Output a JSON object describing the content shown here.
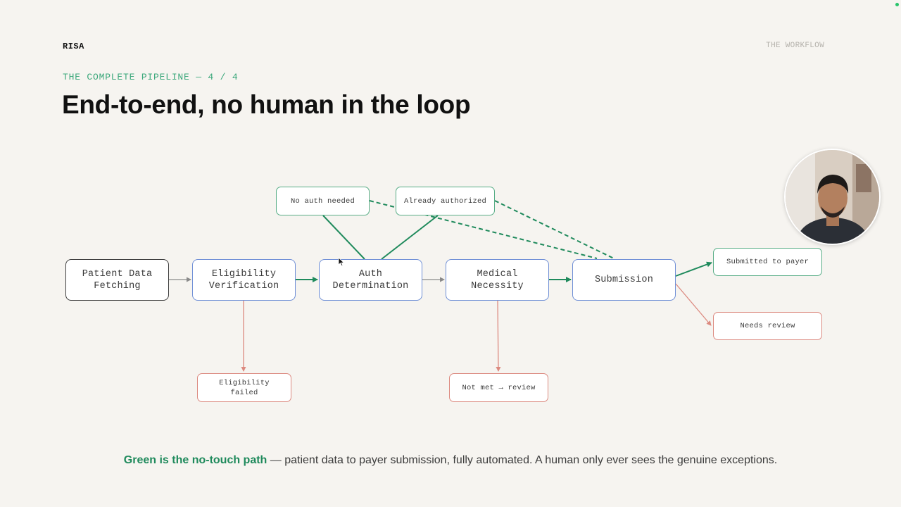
{
  "header": {
    "brand": "RISA",
    "section": "THE WORKFLOW",
    "eyebrow": "THE COMPLETE PIPELINE — 4 / 4",
    "title": "End-to-end, no human in the loop"
  },
  "diagram": {
    "main_nodes": {
      "patient_data": "Patient Data\nFetching",
      "eligibility": "Eligibility\nVerification",
      "auth": "Auth\nDetermination",
      "medical": "Medical\nNecessity",
      "submission": "Submission"
    },
    "branch_nodes": {
      "no_auth": "No auth needed",
      "already_authorized": "Already authorized",
      "submitted": "Submitted to payer",
      "needs_review": "Needs review",
      "eligibility_failed": "Eligibility\nfailed",
      "not_met": "Not met → review"
    }
  },
  "caption": {
    "highlight": "Green is the no-touch path",
    "rest": " — patient data to payer submission, fully automated. A human only ever sees the genuine exceptions."
  },
  "colors": {
    "green_path": "#1f8a5c",
    "exception_path": "#dc8a80",
    "main_node_border": "#6f8fd6",
    "background": "#f6f4f0"
  }
}
